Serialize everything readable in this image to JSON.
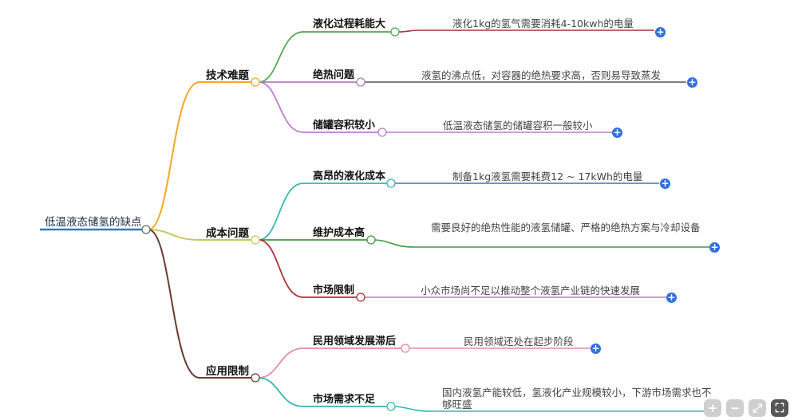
{
  "root": {
    "label": "低温液态储氢的缺点"
  },
  "branches": [
    {
      "label": "技术难题",
      "children": [
        {
          "label": "液化过程耗能大",
          "desc": "液化1kg的氢气需要消耗4-10kwh的电量"
        },
        {
          "label": "绝热问题",
          "desc": "液氢的沸点低，对容器的绝热要求高，否则易导致蒸发"
        },
        {
          "label": "储罐容积较小",
          "desc": "低温液态储氢的储罐容积一般较小"
        }
      ]
    },
    {
      "label": "成本问题",
      "children": [
        {
          "label": "高昂的液化成本",
          "desc": "制备1kg液氢需要耗费12 ~ 17kWh的电量"
        },
        {
          "label": "维护成本高",
          "desc": "需要良好的绝热性能的液氢储罐、严格的绝热方案与冷却设备"
        },
        {
          "label": "市场限制",
          "desc": "小众市场尚不足以推动整个液氢产业链的快速发展"
        }
      ]
    },
    {
      "label": "应用限制",
      "children": [
        {
          "label": "民用领域发展滞后",
          "desc": "民用领域还处在起步阶段"
        },
        {
          "label": "市场需求不足",
          "desc": "国内液氢产能较低，氢液化产业规模较小，下游市场需求也不够旺盛"
        }
      ]
    }
  ],
  "icons": {
    "expand": "+",
    "zoom_in": "+",
    "zoom_out": "−",
    "fit": "⤢",
    "fullscreen": "⛶"
  },
  "colors": {
    "root_line": "#2e7bbf",
    "branch_tech": "#f5a623",
    "branch_cost": "#c8c85a",
    "branch_app": "#6b3a2e",
    "leaf_1": "#4fa84f",
    "leaf_2": "#b57ab8",
    "leaf_3": "#c07ad0",
    "leaf_4": "#33b8b0",
    "leaf_5": "#3d9a3d",
    "leaf_6": "#b0303a",
    "leaf_7": "#e08aa8",
    "leaf_8": "#33b8b0",
    "plus_button": "#2f6fe0"
  }
}
